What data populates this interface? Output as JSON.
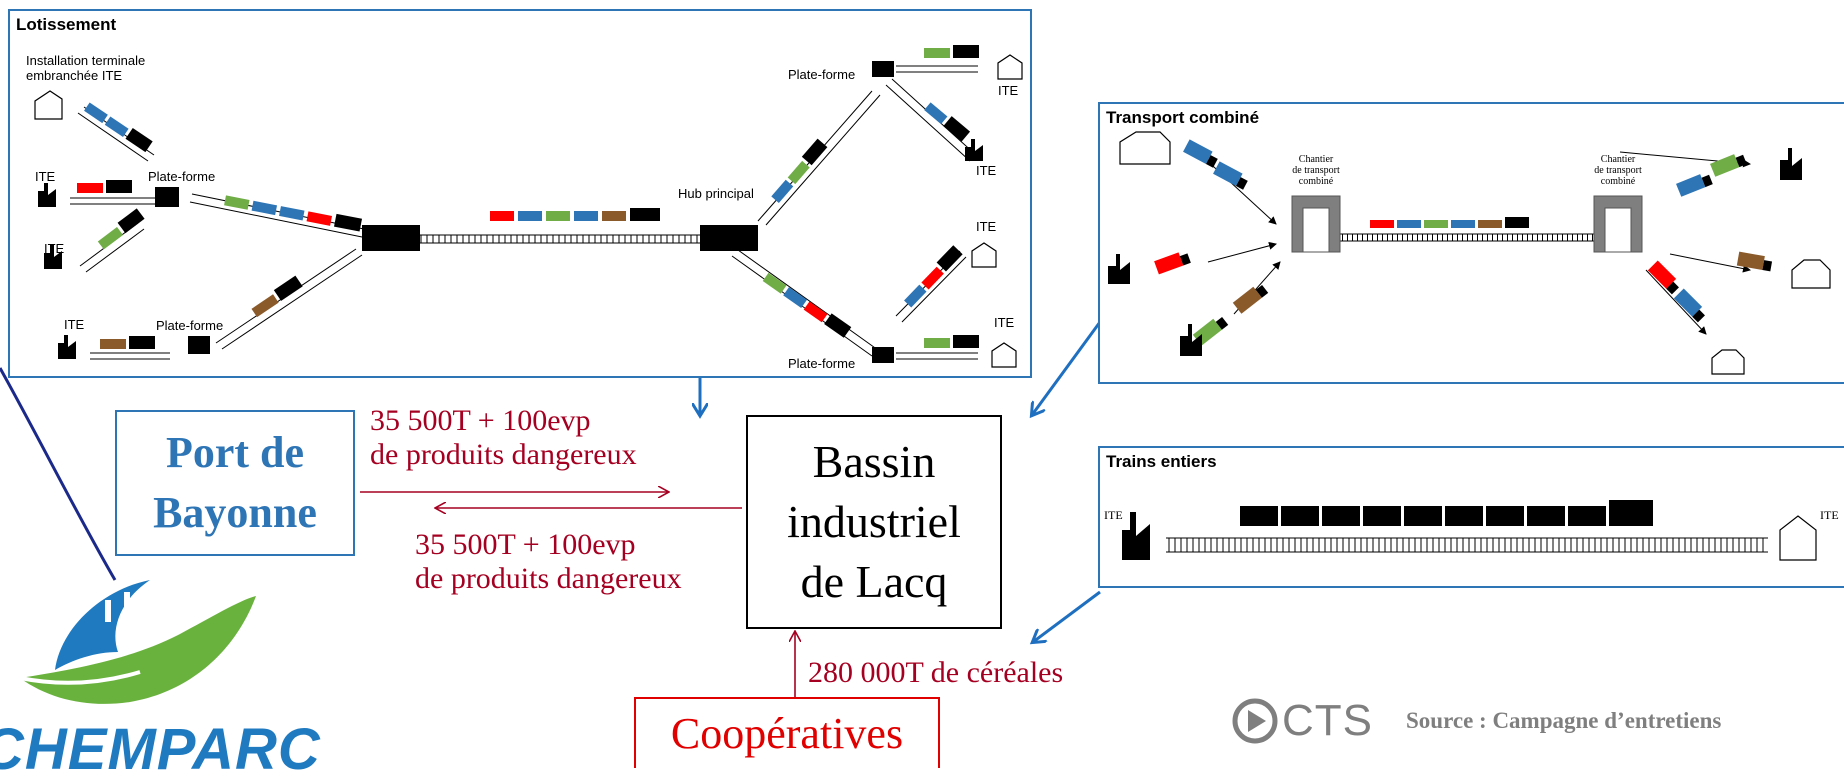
{
  "panels": {
    "lotissement": {
      "title": "Lotissement",
      "ite_installation_label": "Installation terminale\nembranchée ITE",
      "platform_label": "Plate-forme",
      "hub_label": "Hub principal",
      "ite_label": "ITE"
    },
    "transport_combine": {
      "title": "Transport combiné",
      "terminal_label": "Chantier\nde transport\ncombiné"
    },
    "trains_entiers": {
      "title": "Trains entiers",
      "ite_label": "ITE"
    }
  },
  "nodes": {
    "port": "Port de\nBayonne",
    "bassin": "Bassin\nindustriel\nde Lacq",
    "cooperatives": "Coopératives"
  },
  "flows": {
    "port_to_bassin": "35 500T + 100evp\nde produits dangereux",
    "bassin_to_port": "35 500T + 100evp\nde produits dangereux",
    "coop_to_bassin": "280 000T de céréales"
  },
  "logo": {
    "text": "CHEMPARC"
  },
  "source": {
    "brand": "CTS",
    "text": "Source : Campagne d’entretiens"
  },
  "colors": {
    "panel_border": "#2e75b6",
    "port_blue": "#2e75b6",
    "flow_red": "#a50021",
    "coop_red": "#e00000",
    "arrow_blue": "#1f6fc0",
    "logo_blue": "#1f7ac0",
    "logo_green": "#6ab23e"
  }
}
